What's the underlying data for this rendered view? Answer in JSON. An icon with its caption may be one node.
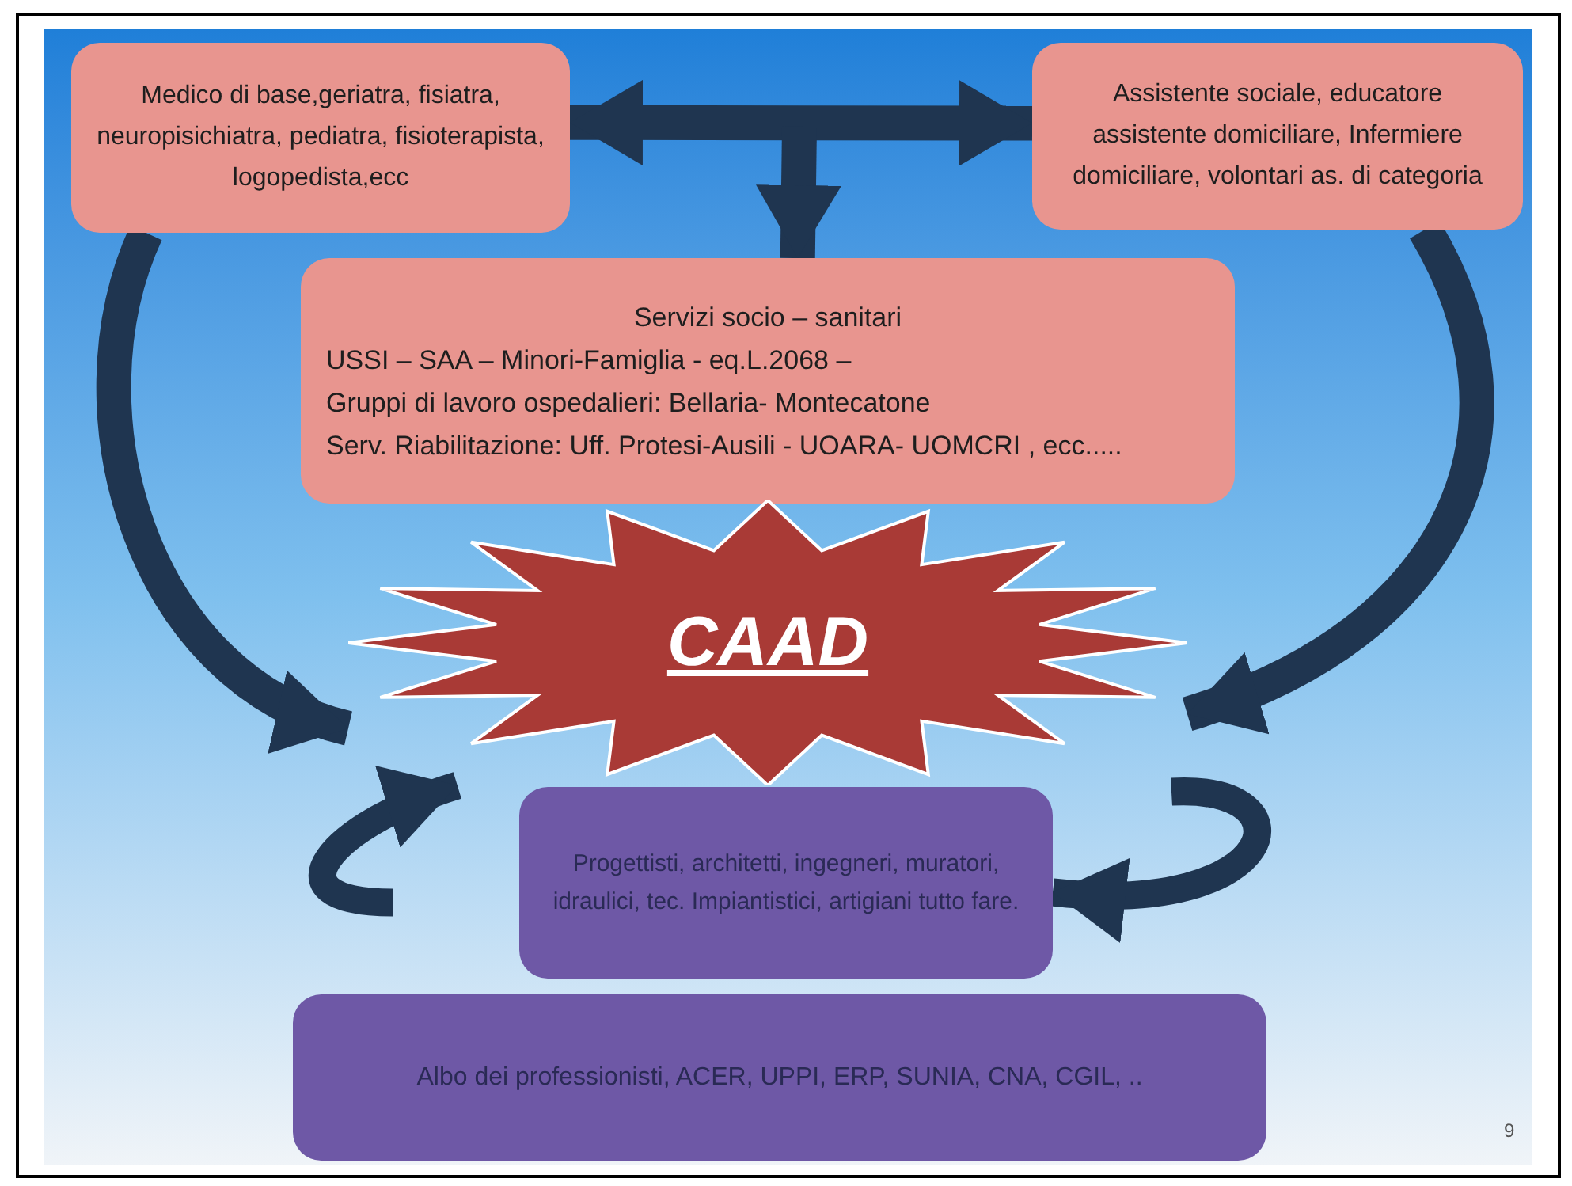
{
  "diagram": {
    "nodes": [
      {
        "text": [
          "Medico di base,geriatra, fisiatra, neuropisichiatra, pediatra, fisioterapista, logopedista,ecc"
        ]
      },
      {
        "text": [
          "Assistente sociale, educatore assistente domiciliare, Infermiere domiciliare, volontari as. di categoria"
        ]
      },
      {
        "text": [
          "Servizi socio – sanitari",
          "USSI – SAA – Minori-Famiglia - eq.L.2068 –",
          "Gruppi di lavoro ospedalieri: Bellaria- Montecatone",
          "Serv. Riabilitazione: Uff. Protesi-Ausili - UOARA- UOMCRI , ecc....."
        ]
      },
      {
        "text": [
          "CAAD"
        ]
      },
      {
        "text": [
          "Progettisti, architetti, ingegneri, muratori, idraulici, tec. Impiantistici, artigiani tutto fare."
        ]
      },
      {
        "text": [
          "Albo dei professionisti, ACER, UPPI, ERP, SUNIA, CNA, CGIL, .."
        ]
      }
    ],
    "edges": [
      {
        "from": 0,
        "to": 1,
        "arrow": "both"
      },
      {
        "from": null,
        "to": 2,
        "arrow": "to"
      },
      {
        "from": 0,
        "to": 3,
        "arrow": "to"
      },
      {
        "from": 1,
        "to": 3,
        "arrow": "to"
      },
      {
        "from": null,
        "to": 3,
        "arrow": "to"
      },
      {
        "from": null,
        "to": 4,
        "arrow": "to"
      }
    ],
    "labels": [
      "9"
    ]
  }
}
